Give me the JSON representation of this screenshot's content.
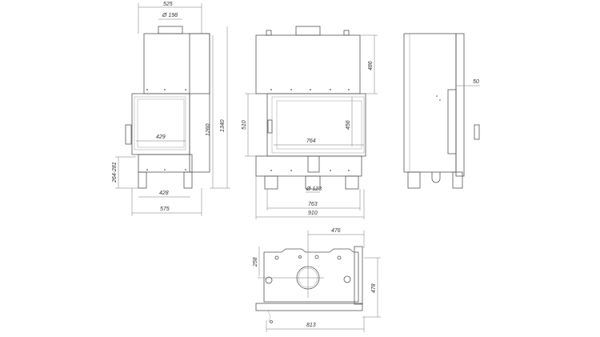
{
  "front_view": {
    "width_top": "525",
    "flue_diameter": "Ø 198",
    "height_body": "1260",
    "height_total": "1340",
    "glass_width": "429",
    "leg_height": "264-281",
    "leg_spacing": "428",
    "width_total": "575"
  },
  "side_view": {
    "upper_height": "486",
    "door_height": "510",
    "glass_height": "456",
    "glass_width": "764",
    "air_inlet_diameter": "Ø 123",
    "leg_spacing": "763",
    "width_total": "910"
  },
  "profile_view": {
    "offset": "50"
  },
  "top_view": {
    "flue_offset_x": "476",
    "flue_offset_y": "258",
    "depth": "478",
    "width": "813"
  }
}
